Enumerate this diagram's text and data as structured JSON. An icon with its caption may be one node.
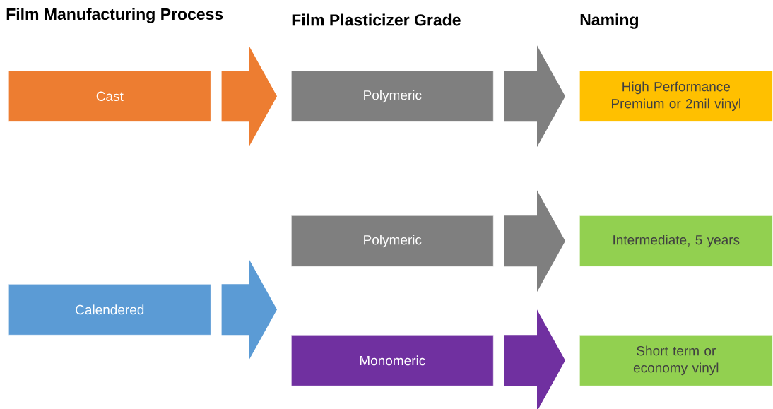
{
  "diagram": {
    "nodes": [
      {
        "text": [
          "Cast"
        ]
      },
      {
        "text": [
          "Polymeric"
        ]
      },
      {
        "text": [
          "High Performance Premium or 2mil vinyl"
        ]
      },
      {
        "text": [
          "Calendered"
        ]
      },
      {
        "text": [
          "Polymeric"
        ]
      },
      {
        "text": [
          "Intermediate, 5 years"
        ]
      },
      {
        "text": [
          "Monomeric"
        ]
      },
      {
        "text": [
          "Short term or economy vinyl"
        ]
      }
    ],
    "edges": [
      {
        "from": 0,
        "to": 1,
        "arrow": "to",
        "style": "thick",
        "color": "#ed7d31"
      },
      {
        "from": 1,
        "to": 2,
        "arrow": "to",
        "style": "thick",
        "color": "#7f7f7f"
      },
      {
        "from": 3,
        "to": 4,
        "arrow": "to",
        "style": "thick",
        "color": "#5b9bd5"
      },
      {
        "from": 3,
        "to": 6,
        "arrow": "to",
        "style": "thick",
        "color": "#5b9bd5"
      },
      {
        "from": 4,
        "to": 5,
        "arrow": "to",
        "style": "thick",
        "color": "#7f7f7f"
      },
      {
        "from": 6,
        "to": 7,
        "arrow": "to",
        "style": "thick",
        "color": "#7030a0"
      }
    ],
    "labels": [
      "Film Manufacturing Process",
      "Film Plasticizer Grade",
      "Naming"
    ]
  }
}
